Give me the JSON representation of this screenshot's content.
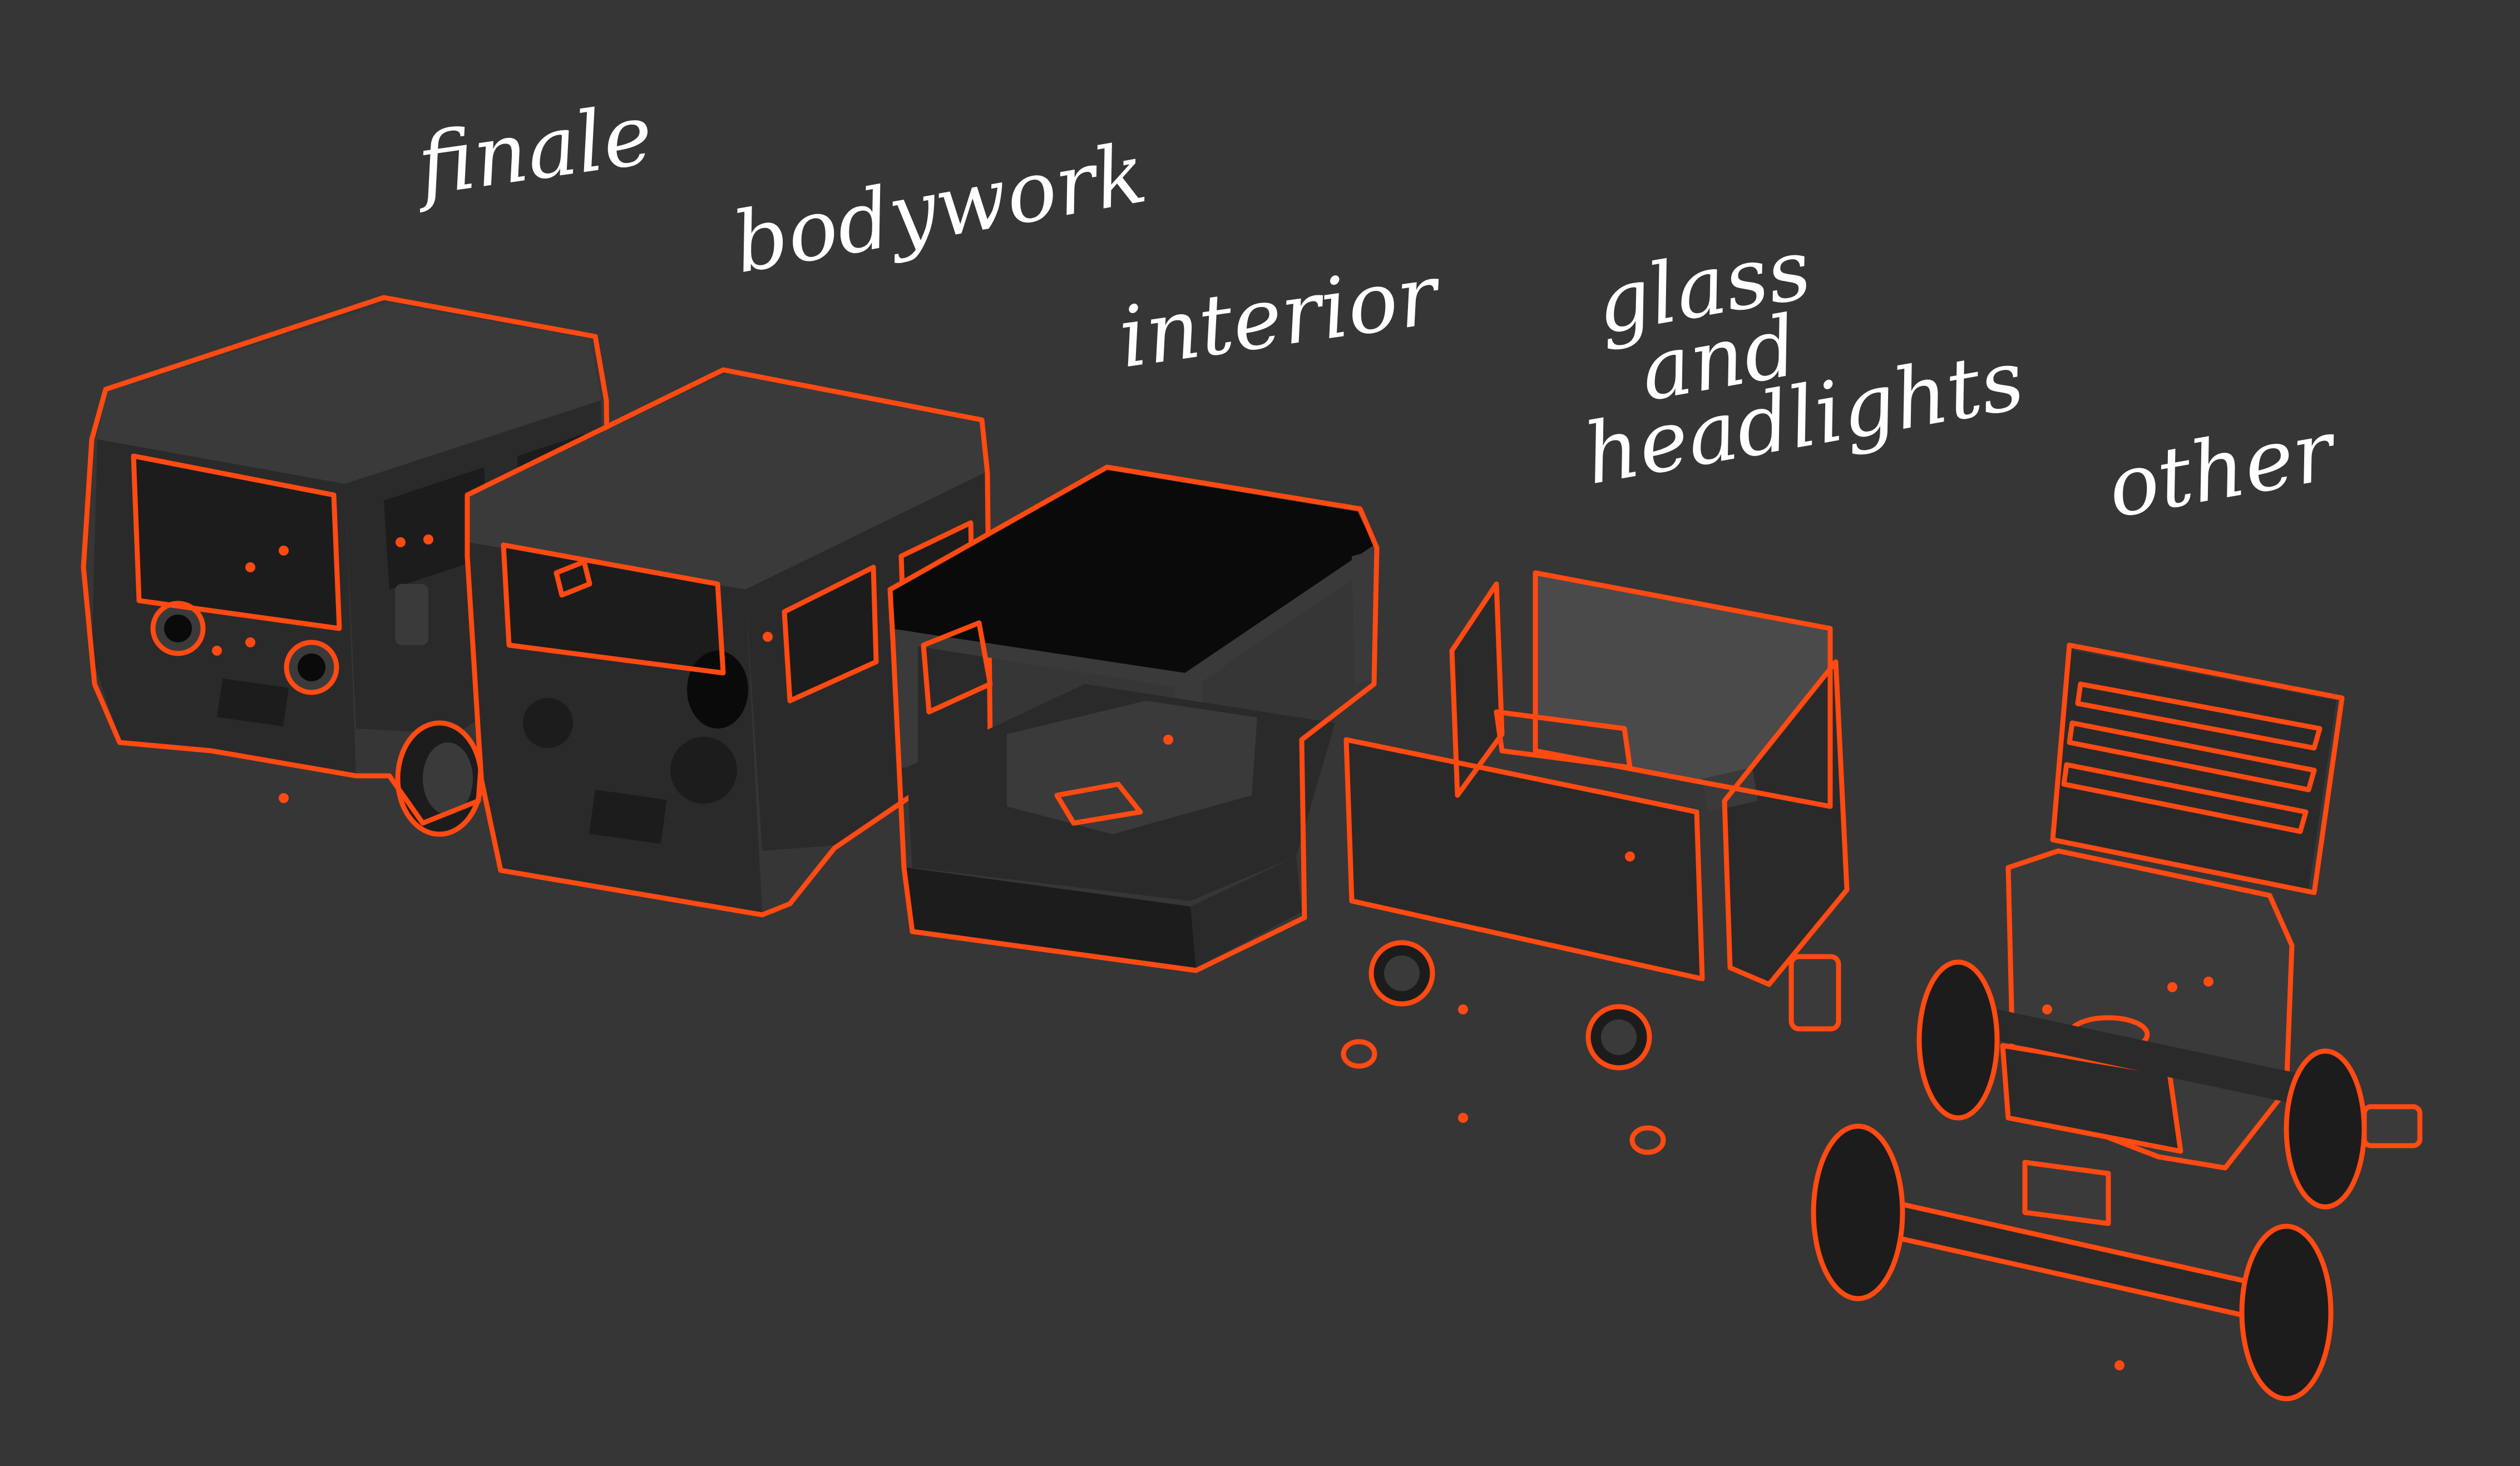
{
  "labels": {
    "finale": "finale",
    "bodywork": "bodywork",
    "interior": "interior",
    "glass_line1": "glass",
    "glass_line2": "and",
    "glass_line3": "headlights",
    "other": "other"
  },
  "colors": {
    "background": "#363636",
    "selection_outline": "#ff4a12",
    "label_text": "#ffffff",
    "model_shading": "#2a2a2b"
  }
}
